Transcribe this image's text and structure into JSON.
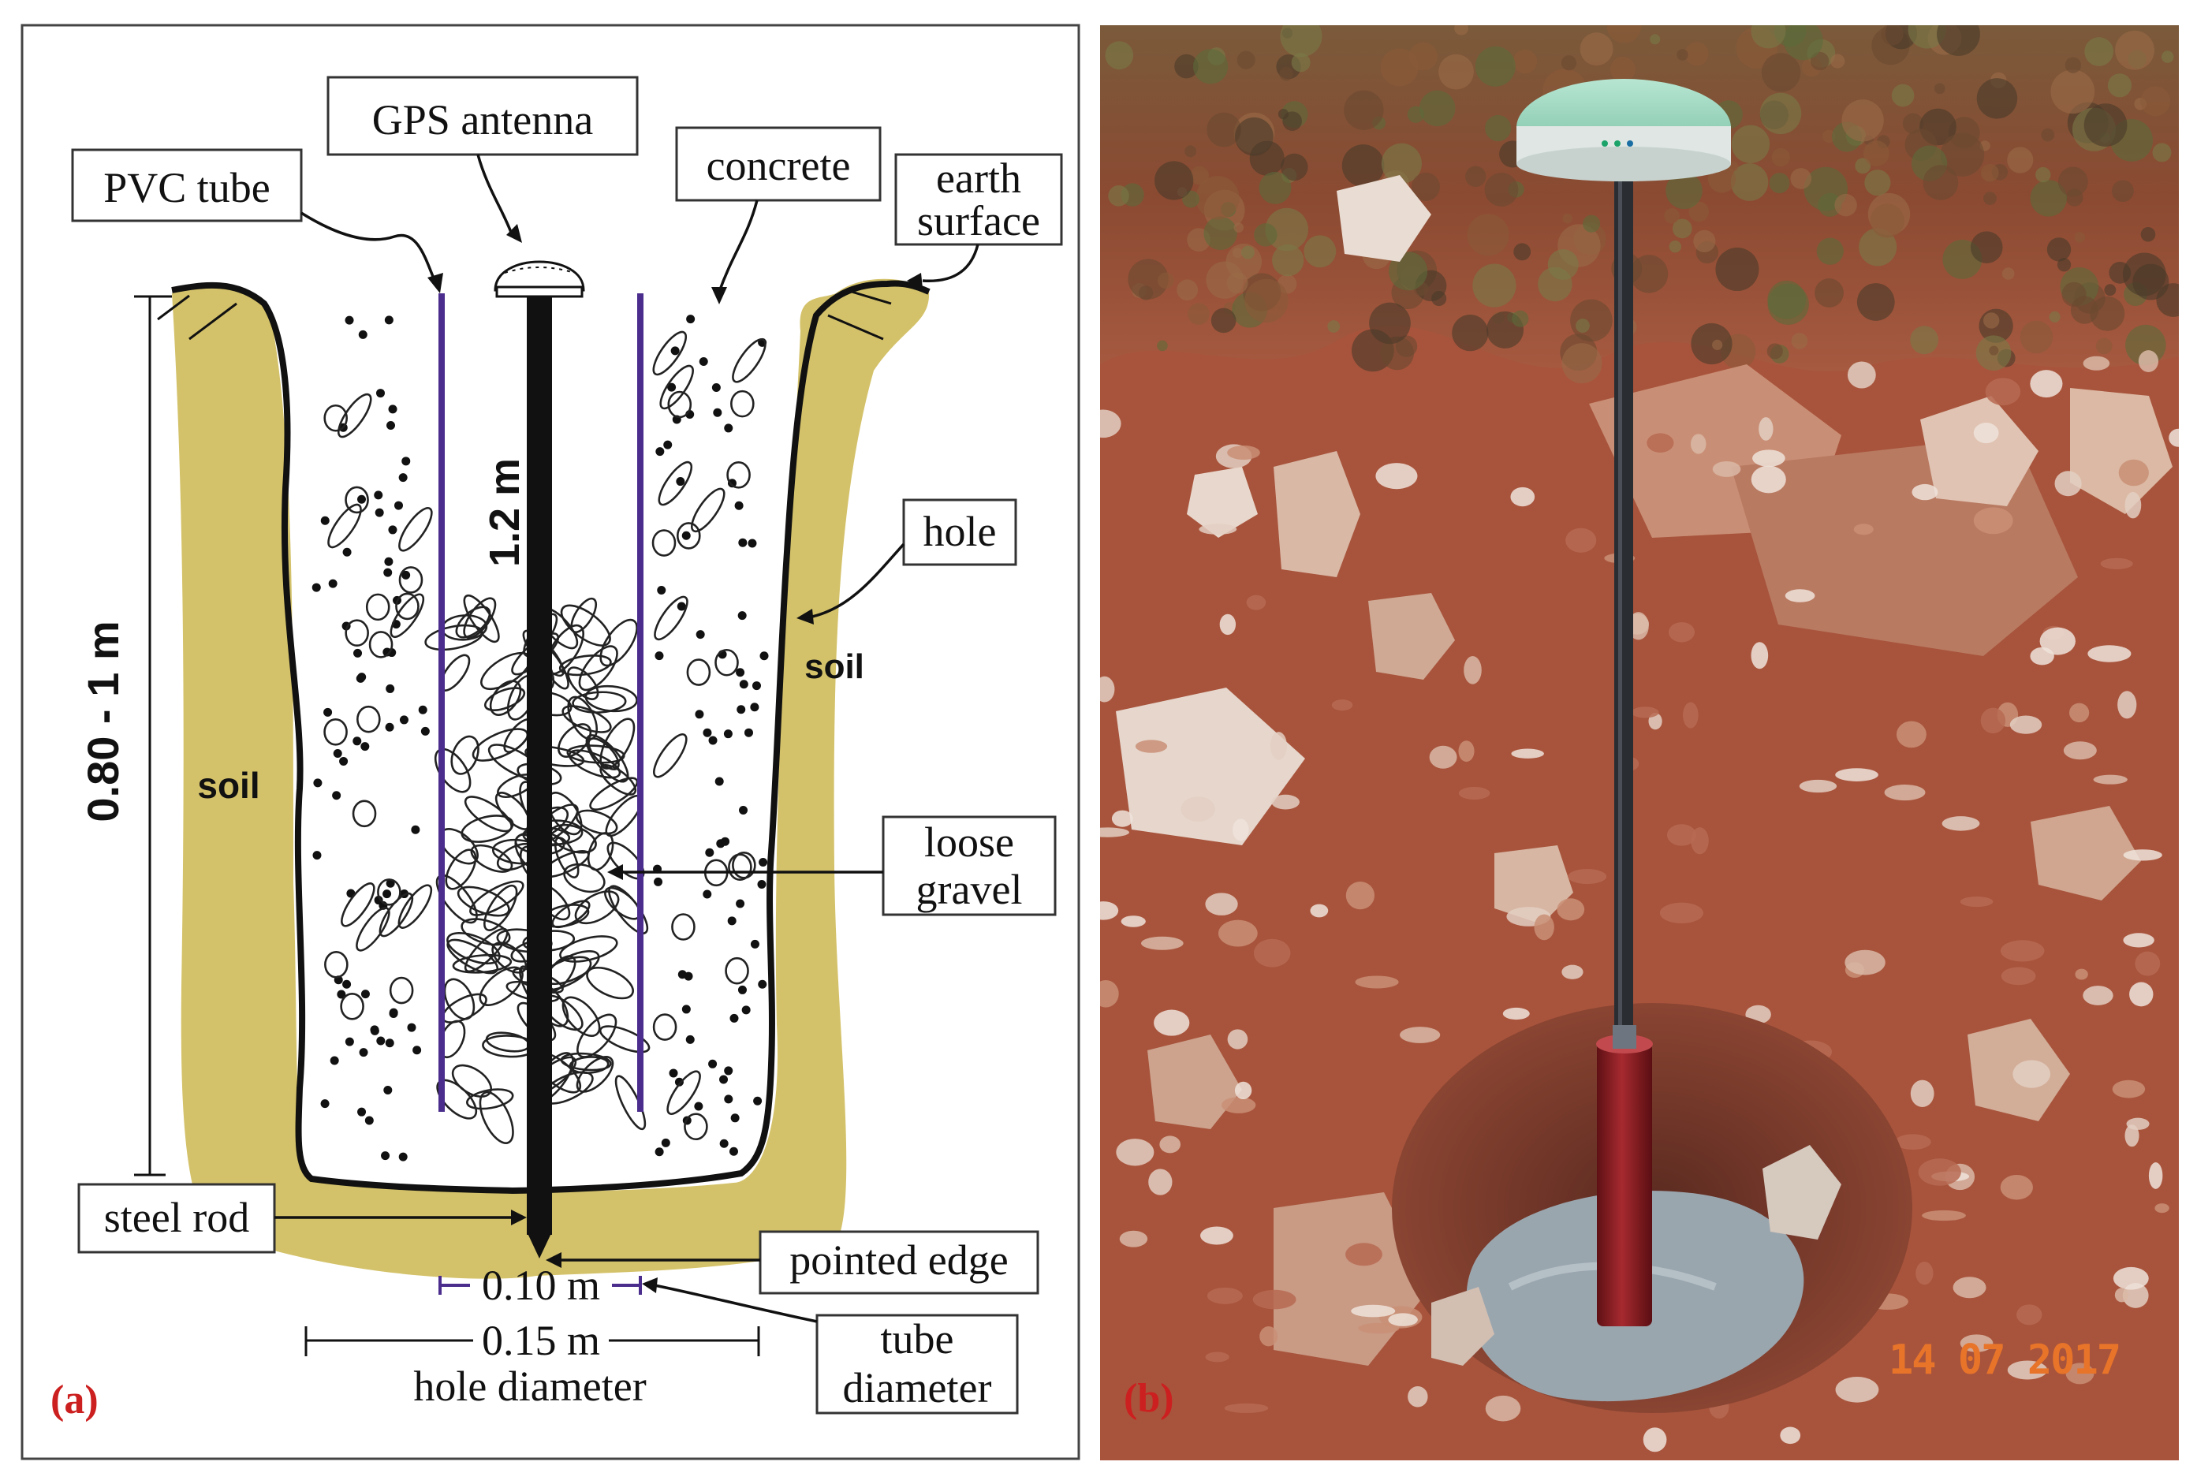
{
  "panel_a": {
    "tag": "(a)",
    "labels": {
      "gps_antenna": "GPS antenna",
      "pvc_tube": "PVC tube",
      "concrete": "concrete",
      "earth_surface_line1": "earth",
      "earth_surface_line2": "surface",
      "hole": "hole",
      "soil_left": "soil",
      "soil_right": "soil",
      "loose_gravel_line1": "loose",
      "loose_gravel_line2": "gravel",
      "steel_rod": "steel rod",
      "pointed_edge": "pointed edge",
      "tube_diameter_line1": "tube",
      "tube_diameter_line2": "diameter",
      "rod_length": "1.2 m",
      "hole_depth": "0.80 - 1 m",
      "tube_width": "0.10 m",
      "hole_width": "0.15 m",
      "hole_diameter": "hole diameter"
    },
    "colors": {
      "soil": "#d4c26a",
      "pvc": "#4a2d8c",
      "rod": "#111111"
    }
  },
  "panel_b": {
    "tag": "(b)",
    "date_stamp": "14 07 2017",
    "colors": {
      "earth": "#a8543c",
      "rock": "#d9b8a6",
      "concrete": "#9aa6ae",
      "red_tube": "#8e1c22",
      "antenna": "#8fd0b7",
      "date": "#e8742a"
    }
  }
}
